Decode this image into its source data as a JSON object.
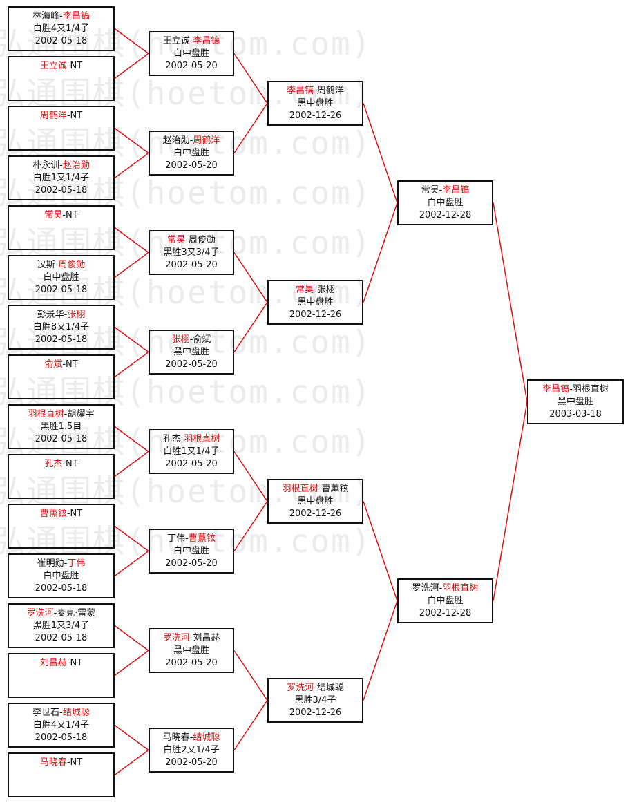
{
  "watermark": {
    "text": "弘通围棋(hoetom.com)"
  },
  "colors": {
    "winner": "#dd1111",
    "text": "#111111",
    "connector": "#dd1111",
    "border": "#111111"
  },
  "rounds": [
    {
      "matches": [
        {
          "players": [
            {
              "name": "林海峰",
              "winner": false
            },
            {
              "name": "李昌镐",
              "winner": true
            }
          ],
          "suffix": "",
          "result": "白胜4又1/4子",
          "date": "2002-05-18"
        },
        {
          "players": [
            {
              "name": "王立诚",
              "winner": true
            }
          ],
          "suffix": "-NT",
          "result": "",
          "date": ""
        },
        {
          "players": [
            {
              "name": "周鹤洋",
              "winner": true
            }
          ],
          "suffix": "-NT",
          "result": "",
          "date": ""
        },
        {
          "players": [
            {
              "name": "朴永训",
              "winner": false
            },
            {
              "name": "赵治勋",
              "winner": true
            }
          ],
          "suffix": "",
          "result": "白胜1又1/4子",
          "date": "2002-05-18"
        },
        {
          "players": [
            {
              "name": "常昊",
              "winner": true
            }
          ],
          "suffix": "-NT",
          "result": "",
          "date": ""
        },
        {
          "players": [
            {
              "name": "汉斯",
              "winner": false
            },
            {
              "name": "周俊勋",
              "winner": true
            }
          ],
          "suffix": "",
          "result": "白中盘胜",
          "date": "2002-05-18"
        },
        {
          "players": [
            {
              "name": "彭景华",
              "winner": false
            },
            {
              "name": "张栩",
              "winner": true
            }
          ],
          "suffix": "",
          "result": "白胜8又1/4子",
          "date": "2002-05-18"
        },
        {
          "players": [
            {
              "name": "俞斌",
              "winner": true
            }
          ],
          "suffix": "-NT",
          "result": "",
          "date": ""
        },
        {
          "players": [
            {
              "name": "羽根直树",
              "winner": true
            },
            {
              "name": "胡耀宇",
              "winner": false
            }
          ],
          "suffix": "",
          "result": "黑胜1.5目",
          "date": "2002-05-18"
        },
        {
          "players": [
            {
              "name": "孔杰",
              "winner": true
            }
          ],
          "suffix": "-NT",
          "result": "",
          "date": ""
        },
        {
          "players": [
            {
              "name": "曹薰铉",
              "winner": true
            }
          ],
          "suffix": "-NT",
          "result": "",
          "date": ""
        },
        {
          "players": [
            {
              "name": "崔明勋",
              "winner": false
            },
            {
              "name": "丁伟",
              "winner": true
            }
          ],
          "suffix": "",
          "result": "白中盘胜",
          "date": "2002-05-18"
        },
        {
          "players": [
            {
              "name": "罗洗河",
              "winner": true
            },
            {
              "name": "麦克·雷蒙",
              "winner": false
            }
          ],
          "suffix": "",
          "result": "黑胜1又3/4子",
          "date": "2002-05-18"
        },
        {
          "players": [
            {
              "name": "刘昌赫",
              "winner": true
            }
          ],
          "suffix": "-NT",
          "result": "",
          "date": ""
        },
        {
          "players": [
            {
              "name": "李世石",
              "winner": false
            },
            {
              "name": "结城聪",
              "winner": true
            }
          ],
          "suffix": "",
          "result": "白胜4又1/4子",
          "date": "2002-05-18"
        },
        {
          "players": [
            {
              "name": "马晓春",
              "winner": true
            }
          ],
          "suffix": "-NT",
          "result": "",
          "date": ""
        }
      ]
    },
    {
      "matches": [
        {
          "players": [
            {
              "name": "王立诚",
              "winner": false
            },
            {
              "name": "李昌镐",
              "winner": true
            }
          ],
          "suffix": "",
          "result": "白中盘胜",
          "date": "2002-05-20"
        },
        {
          "players": [
            {
              "name": "赵治勋",
              "winner": false
            },
            {
              "name": "周鹤洋",
              "winner": true
            }
          ],
          "suffix": "",
          "result": "白中盘胜",
          "date": "2002-05-20"
        },
        {
          "players": [
            {
              "name": "常昊",
              "winner": true
            },
            {
              "name": "周俊勋",
              "winner": false
            }
          ],
          "suffix": "",
          "result": "黑胜3又3/4子",
          "date": "2002-05-20"
        },
        {
          "players": [
            {
              "name": "张栩",
              "winner": true
            },
            {
              "name": "俞斌",
              "winner": false
            }
          ],
          "suffix": "",
          "result": "黑中盘胜",
          "date": "2002-05-20"
        },
        {
          "players": [
            {
              "name": "孔杰",
              "winner": false
            },
            {
              "name": "羽根直树",
              "winner": true
            }
          ],
          "suffix": "",
          "result": "白胜1又1/4子",
          "date": "2002-05-20"
        },
        {
          "players": [
            {
              "name": "丁伟",
              "winner": false
            },
            {
              "name": "曹薰铉",
              "winner": true
            }
          ],
          "suffix": "",
          "result": "白中盘胜",
          "date": "2002-05-20"
        },
        {
          "players": [
            {
              "name": "罗洗河",
              "winner": true
            },
            {
              "name": "刘昌赫",
              "winner": false
            }
          ],
          "suffix": "",
          "result": "黑中盘胜",
          "date": "2002-05-20"
        },
        {
          "players": [
            {
              "name": "马晓春",
              "winner": false
            },
            {
              "name": "结城聪",
              "winner": true
            }
          ],
          "suffix": "",
          "result": "白胜2又1/4子",
          "date": "2002-05-20"
        }
      ]
    },
    {
      "matches": [
        {
          "players": [
            {
              "name": "李昌镐",
              "winner": true
            },
            {
              "name": "周鹤洋",
              "winner": false
            }
          ],
          "suffix": "",
          "result": "黑中盘胜",
          "date": "2002-12-26"
        },
        {
          "players": [
            {
              "name": "常昊",
              "winner": true
            },
            {
              "name": "张栩",
              "winner": false
            }
          ],
          "suffix": "",
          "result": "黑中盘胜",
          "date": "2002-12-26"
        },
        {
          "players": [
            {
              "name": "羽根直树",
              "winner": true
            },
            {
              "name": "曹薰铉",
              "winner": false
            }
          ],
          "suffix": "",
          "result": "黑中盘胜",
          "date": "2002-12-26"
        },
        {
          "players": [
            {
              "name": "罗洗河",
              "winner": true
            },
            {
              "name": "结城聪",
              "winner": false
            }
          ],
          "suffix": "",
          "result": "黑胜3/4子",
          "date": "2002-12-26"
        }
      ]
    },
    {
      "matches": [
        {
          "players": [
            {
              "name": "常昊",
              "winner": false
            },
            {
              "name": "李昌镐",
              "winner": true
            }
          ],
          "suffix": "",
          "result": "白中盘胜",
          "date": "2002-12-28"
        },
        {
          "players": [
            {
              "name": "罗洗河",
              "winner": false
            },
            {
              "name": "羽根直树",
              "winner": true
            }
          ],
          "suffix": "",
          "result": "白中盘胜",
          "date": "2002-12-28"
        }
      ]
    },
    {
      "matches": [
        {
          "players": [
            {
              "name": "李昌镐",
              "winner": true
            },
            {
              "name": "羽根直树",
              "winner": false
            }
          ],
          "suffix": "",
          "result": "黑中盘胜",
          "date": "2003-03-18"
        }
      ]
    }
  ]
}
